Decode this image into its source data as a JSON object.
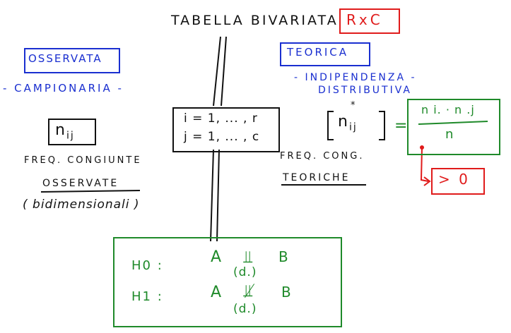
{
  "title": {
    "text": "TABELLA BIVARIATA",
    "badge": "RxC"
  },
  "left": {
    "header": "OSSERVATA",
    "subheader": "- CAMPIONARIA -",
    "symbol": "n",
    "symbol_sub": "ij",
    "label_freq": "FREQ. CONGIUNTE",
    "label_obs": "OSSERVATE",
    "label_bidim": "( bidimensionali )"
  },
  "center": {
    "line1": "i = 1, ... , r",
    "line2": "j = 1, ... , c"
  },
  "right": {
    "header": "TEORICA",
    "indep": "- INDIPENDENZA -",
    "distr": "DISTRIBUTIVA",
    "symbol_sup": "*",
    "symbol": "n",
    "symbol_sub": "ij",
    "equals": "=",
    "numerator": "n i. · n .j",
    "denominator": "n",
    "label_freq": "FREQ. CONG.",
    "label_teor": "TEORICHE",
    "positive": "> 0"
  },
  "hypotheses": {
    "h0_label": "H0 :",
    "h0_a": "A",
    "h0_rel": "⫫",
    "h0_b": "B",
    "h0_note": "(d.)",
    "h1_label": "H1 :",
    "h1_a": "A",
    "h1_rel": "⫫̸",
    "h1_b": "B",
    "h1_note": "(d.)"
  },
  "colors": {
    "black": "#111111",
    "blue": "#1a2fd0",
    "green": "#1f8a2a",
    "red": "#e01b1b"
  }
}
